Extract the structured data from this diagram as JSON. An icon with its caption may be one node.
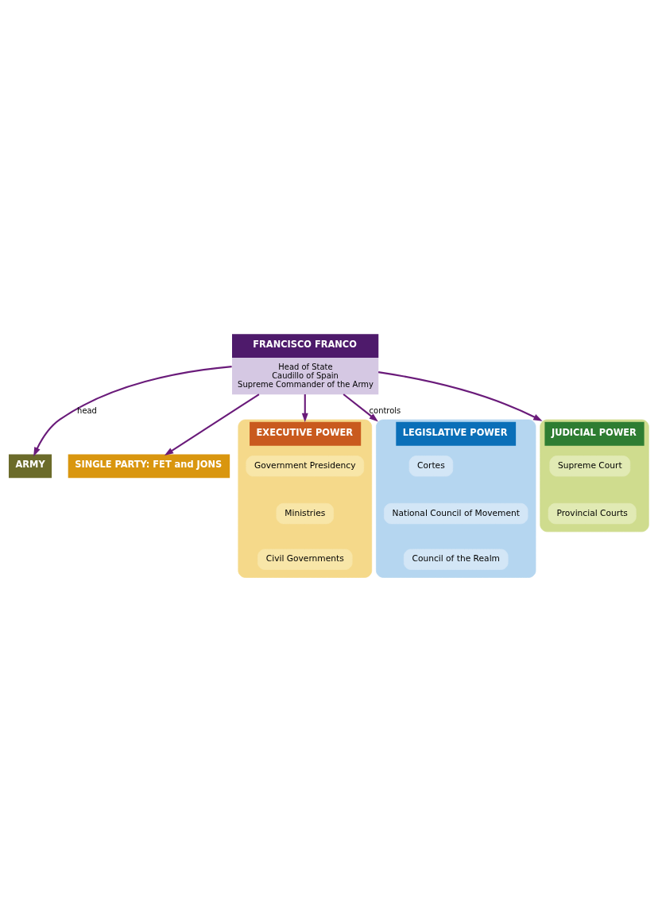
{
  "diagram": {
    "nodes": [
      {
        "text": [
          "ARMY"
        ]
      },
      {
        "text": [
          "SINGLE PARTY: FET and JONS"
        ]
      },
      {
        "text": [
          "FRANCISCO FRANCO",
          "Head of State",
          "Caudillo of Spain",
          "Supreme Commander of the Army"
        ]
      },
      {
        "text": [
          "EXECUTIVE POWER"
        ]
      },
      {
        "text": [
          "Government Presidency"
        ],
        "in": 3
      },
      {
        "text": [
          "Ministries"
        ],
        "in": 3
      },
      {
        "text": [
          "Civil Governments"
        ],
        "in": 3
      },
      {
        "text": [
          "LEGISLATIVE POWER"
        ]
      },
      {
        "text": [
          "Cortes"
        ],
        "in": 7
      },
      {
        "text": [
          "National Council of Movement"
        ],
        "in": 7
      },
      {
        "text": [
          "Council of the Realm"
        ],
        "in": 7
      },
      {
        "text": [
          "JUDICIAL POWER"
        ]
      },
      {
        "text": [
          "Supreme Court"
        ],
        "in": 11
      },
      {
        "text": [
          "Provincial Courts"
        ],
        "in": 11
      }
    ],
    "edges": [
      {
        "from": 2,
        "to": 0,
        "arrow": "to",
        "label": "head"
      },
      {
        "from": 2,
        "to": 1,
        "arrow": "to"
      },
      {
        "from": 2,
        "to": 3,
        "arrow": "to"
      },
      {
        "from": 2,
        "to": 7,
        "arrow": "to",
        "label": "controls"
      },
      {
        "from": 2,
        "to": 11,
        "arrow": "to"
      }
    ]
  }
}
